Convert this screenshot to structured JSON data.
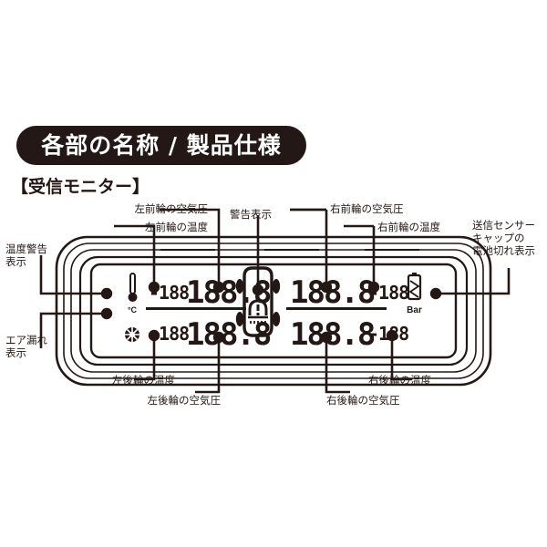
{
  "header": {
    "title": "各部の名称 / 製品仕様",
    "subtitle": "【受信モニター】"
  },
  "labels": {
    "left_front_pressure": "左前輪の空気圧",
    "left_front_temp": "左前輪の温度",
    "warning_display": "警告表示",
    "right_front_pressure": "右前輪の空気圧",
    "right_front_temp": "右前輪の温度",
    "sensor_cap_battery": "送信センサー\nキャップの\n電池切れ表示",
    "temp_warning": "温度警告\n表示",
    "air_leak": "エア漏れ\n表示",
    "left_rear_temp": "左後輪の温度",
    "left_rear_pressure": "左後輪の空気圧",
    "right_rear_temp": "右後輪の温度",
    "right_rear_pressure": "右後輪の空気圧"
  },
  "lcd": {
    "unit_celsius": "°C",
    "unit_bar": "Bar",
    "front_left_temp_value": "-188",
    "front_left_pressure_value": "188.8",
    "front_right_pressure_value": "188.8",
    "front_right_temp_value": "-188",
    "rear_left_temp_value": "-188",
    "rear_left_pressure_value": "188.8",
    "rear_right_pressure_value": "188.8",
    "rear_right_temp_value": "-188",
    "icons": {
      "thermometer": "thermometer-icon",
      "air_leak": "air-leak-icon",
      "battery": "battery-icon",
      "tire_warning": "tire-pressure-warning-icon",
      "car": "car-top-view-icon"
    }
  },
  "colors": {
    "ink": "#231815",
    "paper": "#ffffff"
  }
}
